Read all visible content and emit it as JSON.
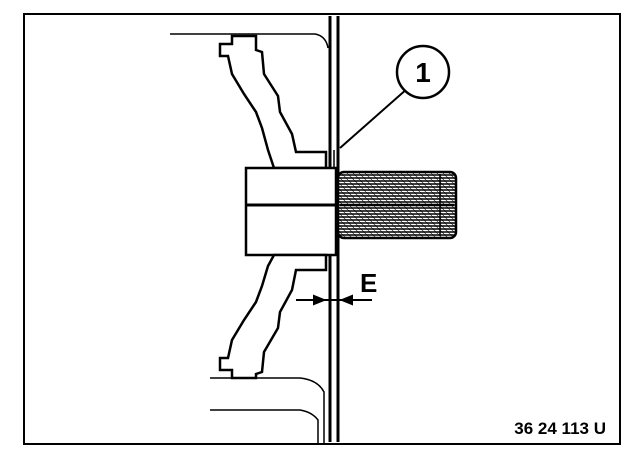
{
  "diagram": {
    "callouts": [
      {
        "id": "1",
        "text": "1"
      },
      {
        "id": "E",
        "text": "E"
      }
    ],
    "figure_code": "36 24 113 U",
    "colors": {
      "ink": "#000000",
      "paper": "#ffffff"
    }
  }
}
